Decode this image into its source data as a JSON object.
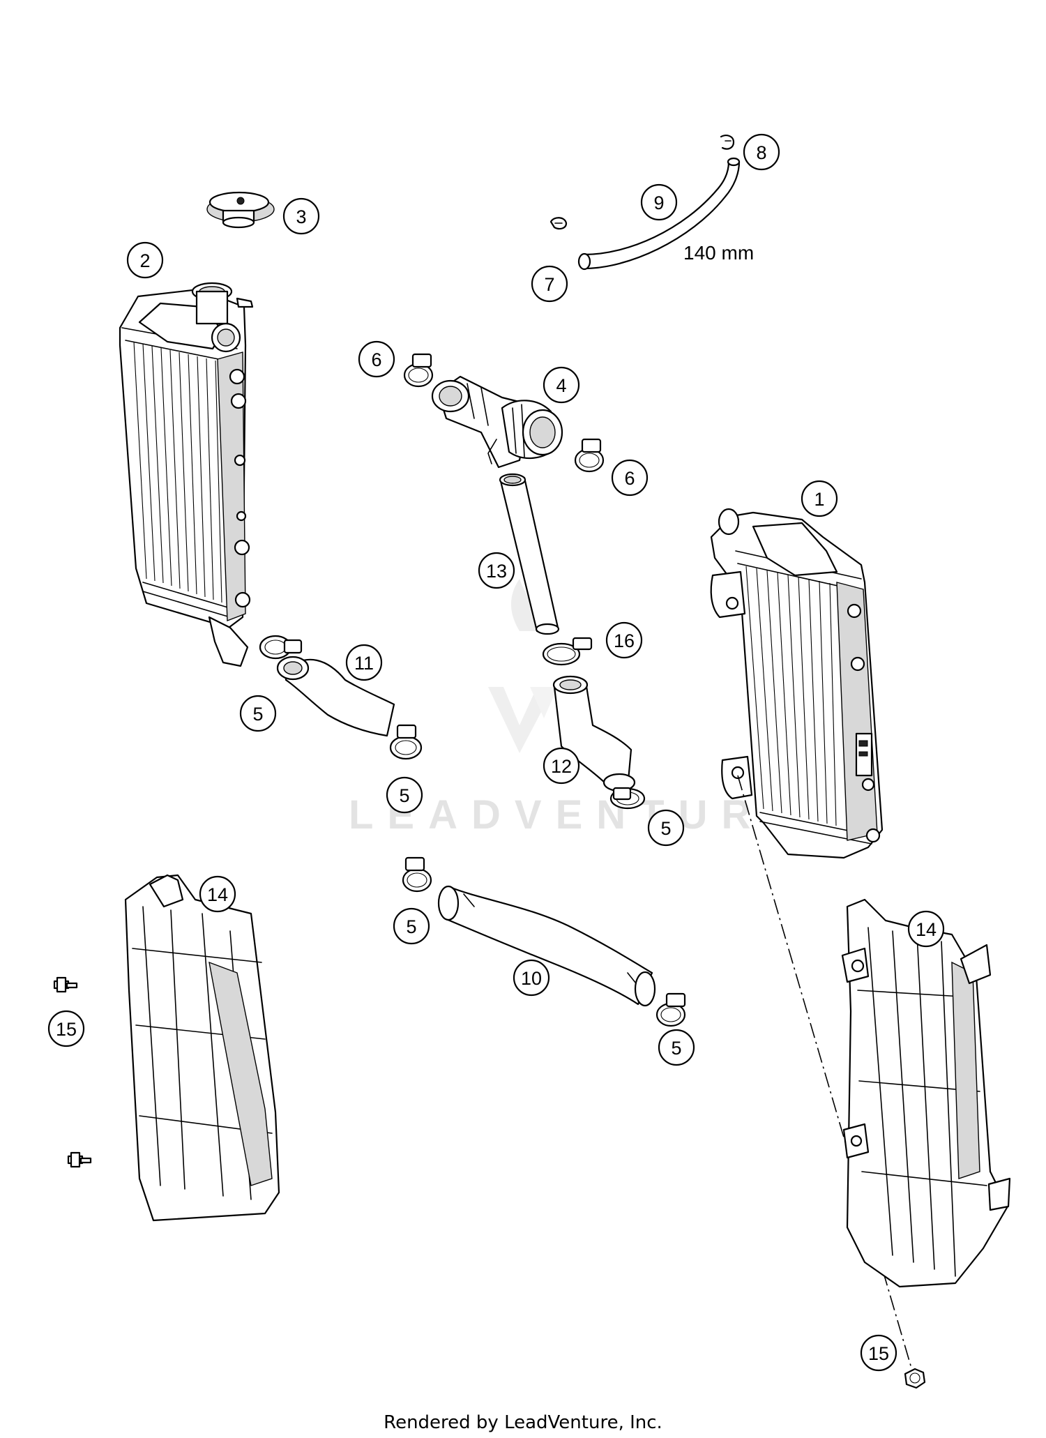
{
  "watermark": {
    "text": "LEADVENTURE"
  },
  "dimension_label": "140 mm",
  "footer": {
    "text": "Rendered by LeadVenture, Inc."
  },
  "callouts": [
    {
      "id": "c1",
      "label": "1"
    },
    {
      "id": "c2",
      "label": "2"
    },
    {
      "id": "c3",
      "label": "3"
    },
    {
      "id": "c4",
      "label": "4"
    },
    {
      "id": "c5a",
      "label": "5"
    },
    {
      "id": "c5b",
      "label": "5"
    },
    {
      "id": "c5c",
      "label": "5"
    },
    {
      "id": "c5d",
      "label": "5"
    },
    {
      "id": "c5e",
      "label": "5"
    },
    {
      "id": "c6a",
      "label": "6"
    },
    {
      "id": "c6b",
      "label": "6"
    },
    {
      "id": "c7",
      "label": "7"
    },
    {
      "id": "c8",
      "label": "8"
    },
    {
      "id": "c9",
      "label": "9"
    },
    {
      "id": "c10",
      "label": "10"
    },
    {
      "id": "c11",
      "label": "11"
    },
    {
      "id": "c12",
      "label": "12"
    },
    {
      "id": "c13",
      "label": "13"
    },
    {
      "id": "c14a",
      "label": "14"
    },
    {
      "id": "c14b",
      "label": "14"
    },
    {
      "id": "c15a",
      "label": "15"
    },
    {
      "id": "c15b",
      "label": "15"
    },
    {
      "id": "c16",
      "label": "16"
    }
  ]
}
